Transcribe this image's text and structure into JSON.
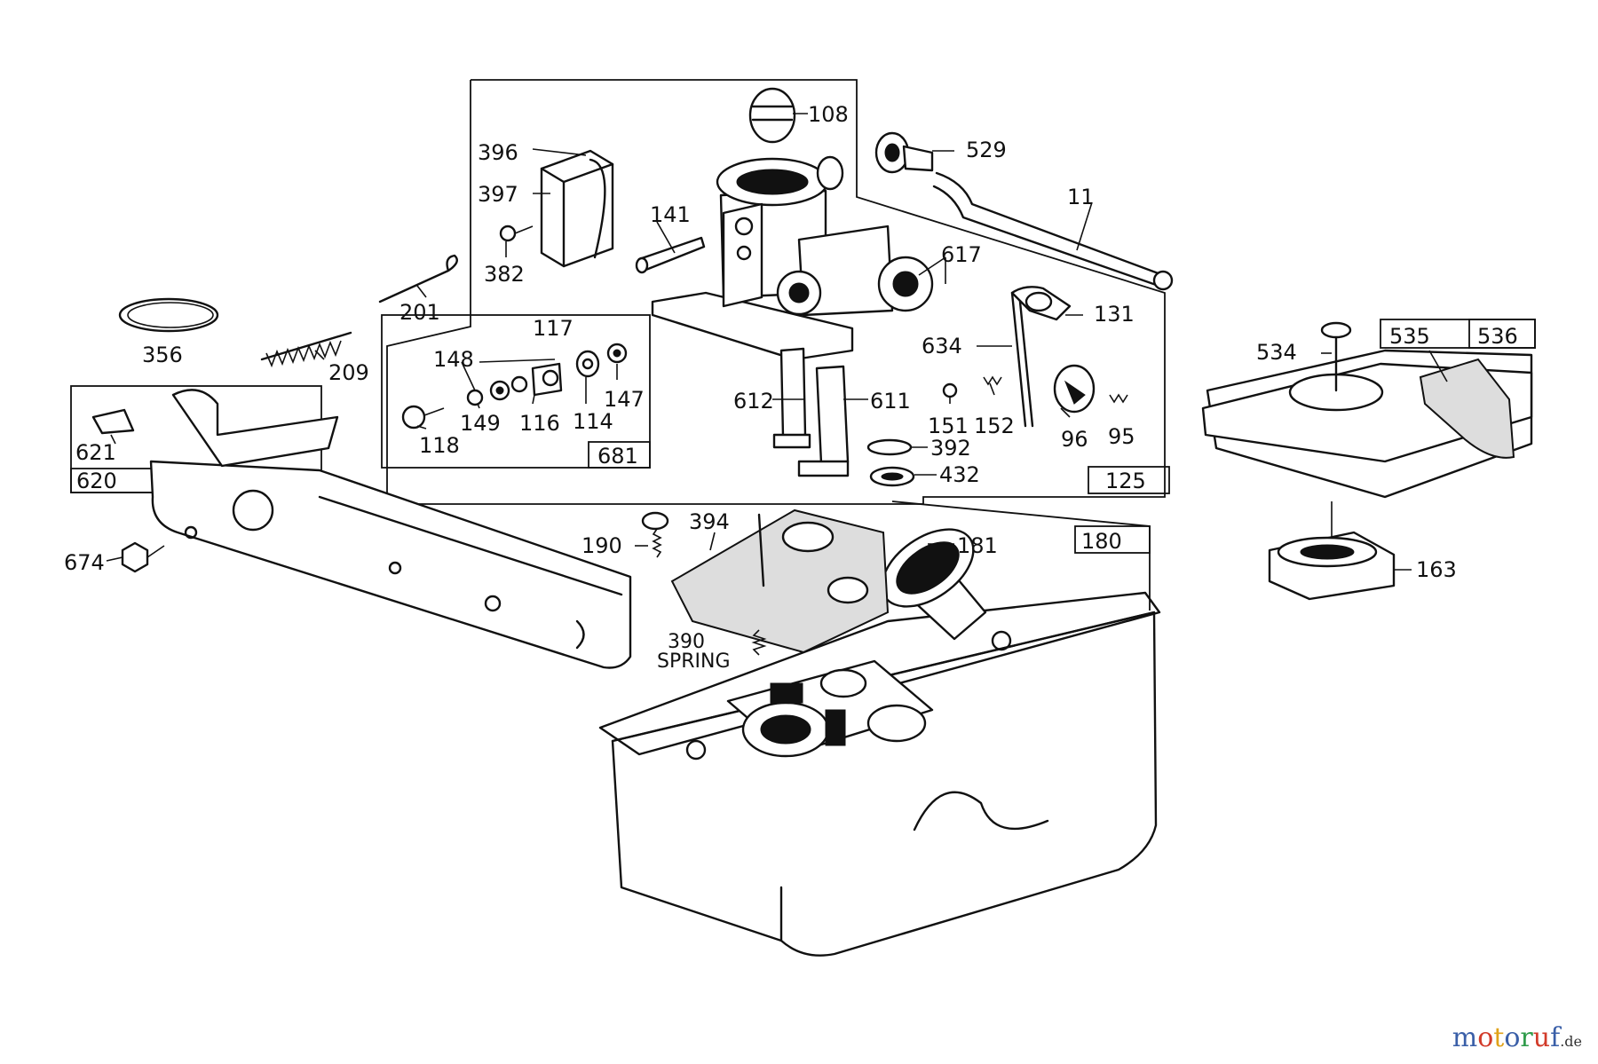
{
  "labels": {
    "p108": "108",
    "p396": "396",
    "p397": "397",
    "p382": "382",
    "p529": "529",
    "p141": "141",
    "p11": "11",
    "p617": "617",
    "p201": "201",
    "p131": "131",
    "p634": "634",
    "p356": "356",
    "p209": "209",
    "p117": "117",
    "p148": "148",
    "p147": "147",
    "p149": "149",
    "p116": "116",
    "p114": "114",
    "p118": "118",
    "p681": "681",
    "p612": "612",
    "p611": "611",
    "p151": "151",
    "p152": "152",
    "p96": "96",
    "p95": "95",
    "p392": "392",
    "p432": "432",
    "p125": "125",
    "p534": "534",
    "p535": "535",
    "p536": "536",
    "p621": "621",
    "p620": "620",
    "p674": "674",
    "p190": "190",
    "p394": "394",
    "p181": "181",
    "p180": "180",
    "p163": "163",
    "p390": "390",
    "spring": "SPRING"
  },
  "watermark": {
    "letters": [
      "m",
      "o",
      "t",
      "o",
      "r",
      "u",
      "f"
    ],
    "colors": [
      "#3a5fa8",
      "#d23b2a",
      "#e0a21a",
      "#3a5fa8",
      "#2e9b4a",
      "#d23b2a",
      "#3a5fa8"
    ],
    "suffix": ".de"
  }
}
